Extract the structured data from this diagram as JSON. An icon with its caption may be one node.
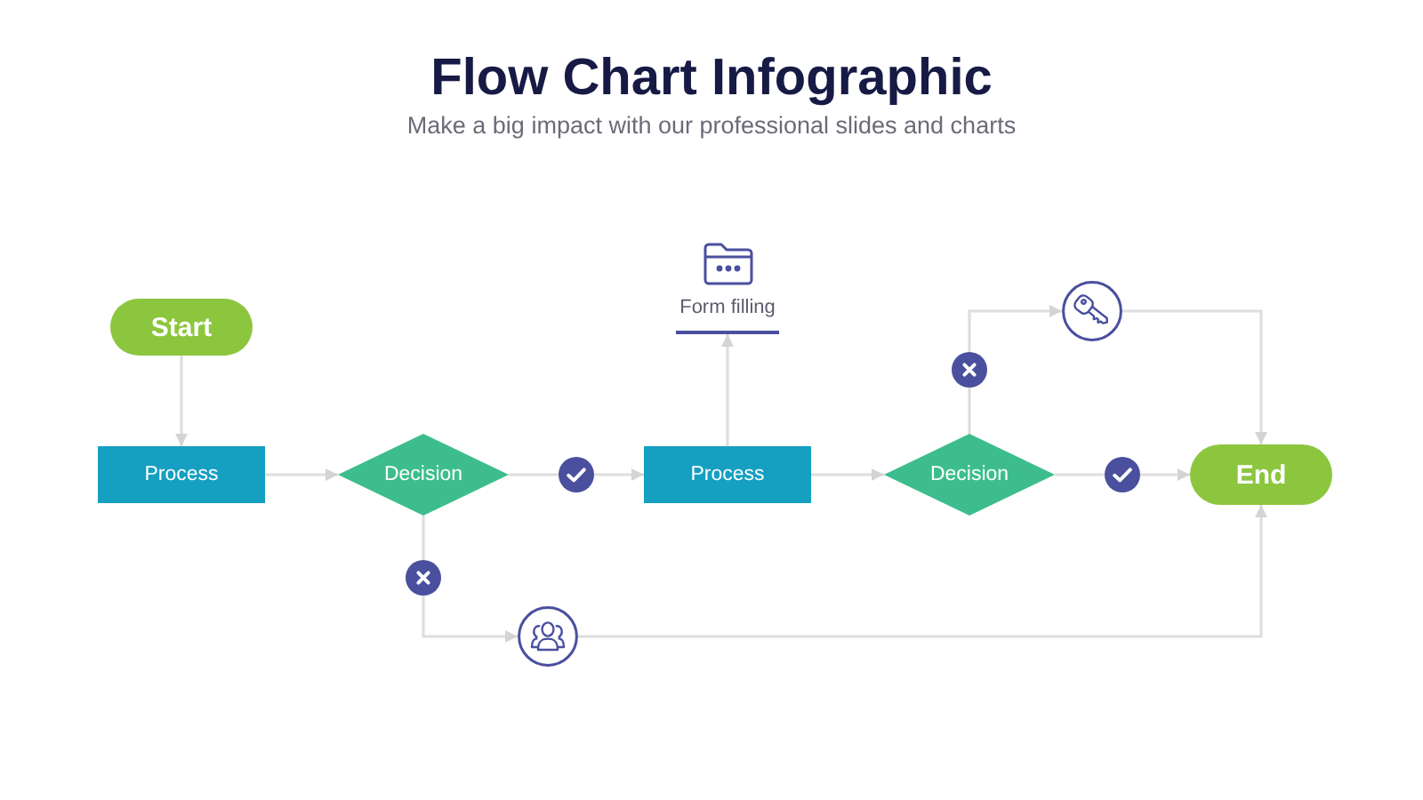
{
  "diagram": {
    "title": "Flow Chart Infographic",
    "nodes": [
      {
        "text": [
          "Start"
        ]
      },
      {
        "text": [
          "Process"
        ]
      },
      {
        "text": [
          "Decision"
        ]
      },
      {
        "text": [],
        "shape": "circle"
      },
      {
        "text": [
          "Process"
        ]
      },
      {
        "text": [
          "Form filling"
        ]
      },
      {
        "text": [
          "Decision"
        ]
      },
      {
        "text": [],
        "shape": "circle"
      },
      {
        "text": [
          "End"
        ]
      },
      {
        "text": [],
        "shape": "circle"
      },
      {
        "text": [],
        "shape": "circle"
      },
      {
        "text": [],
        "shape": "circle"
      },
      {
        "text": [],
        "shape": "circle"
      }
    ],
    "edges": [
      {
        "from": 0,
        "to": 1,
        "arrow": "to"
      },
      {
        "from": 1,
        "to": 2,
        "arrow": "to"
      },
      {
        "from": 2,
        "to": 3,
        "arrow": "none"
      },
      {
        "from": 3,
        "to": 4,
        "arrow": "to"
      },
      {
        "from": 4,
        "to": 5,
        "arrow": "to"
      },
      {
        "from": 4,
        "to": 6,
        "arrow": "to"
      },
      {
        "from": 6,
        "to": 7,
        "arrow": "none"
      },
      {
        "from": 7,
        "to": 8,
        "arrow": "to"
      },
      {
        "from": 2,
        "to": 9,
        "arrow": "none"
      },
      {
        "from": 9,
        "to": 10,
        "arrow": "to"
      },
      {
        "from": 10,
        "to": 8,
        "arrow": "to"
      },
      {
        "from": 6,
        "to": 11,
        "arrow": "none"
      },
      {
        "from": 11,
        "to": 12,
        "arrow": "to"
      },
      {
        "from": 12,
        "to": 8,
        "arrow": "to"
      }
    ],
    "labels": [
      "Make a big impact with our professional slides and charts"
    ]
  }
}
